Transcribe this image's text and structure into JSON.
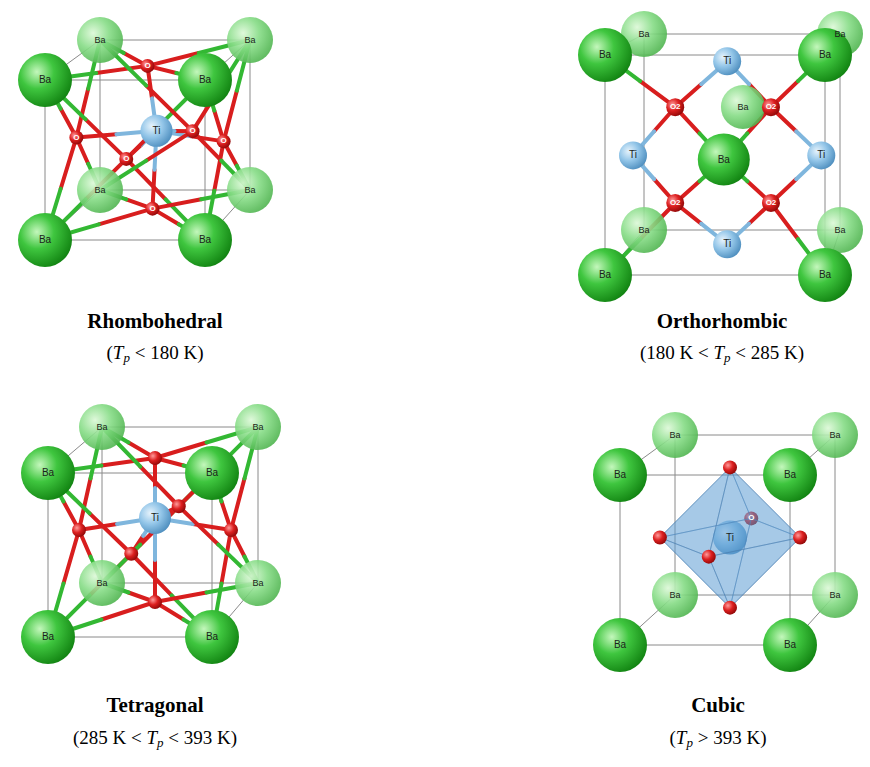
{
  "diagram": {
    "labels": [
      "Ba",
      "Ba",
      "Ba",
      "Ba",
      "Ba",
      "Ba",
      "Ba",
      "Ba",
      "Ti",
      "O",
      "O",
      "O",
      "O",
      "O",
      "O",
      "Rhombohedral",
      "(Tp < 180 K)",
      "Ba",
      "Ba",
      "Ba",
      "Ba",
      "Ba",
      "Ba",
      "Ba",
      "Ba",
      "Ba",
      "Ba",
      "Ti",
      "Ti",
      "Ti",
      "Ti",
      "O2",
      "O2",
      "O2",
      "O2",
      "Orthorhombic",
      "(180 K < Tp < 285 K)",
      "Ba",
      "Ba",
      "Ba",
      "Ba",
      "Ba",
      "Ba",
      "Ba",
      "Ba",
      "Ti",
      "Tetragonal",
      "(285 K < Tp < 393 K)",
      "Ba",
      "Ba",
      "Ba",
      "Ba",
      "Ba",
      "Ba",
      "Ba",
      "Ba",
      "Ti",
      "O",
      "Cubic",
      "(Tp > 393 K)"
    ]
  }
}
